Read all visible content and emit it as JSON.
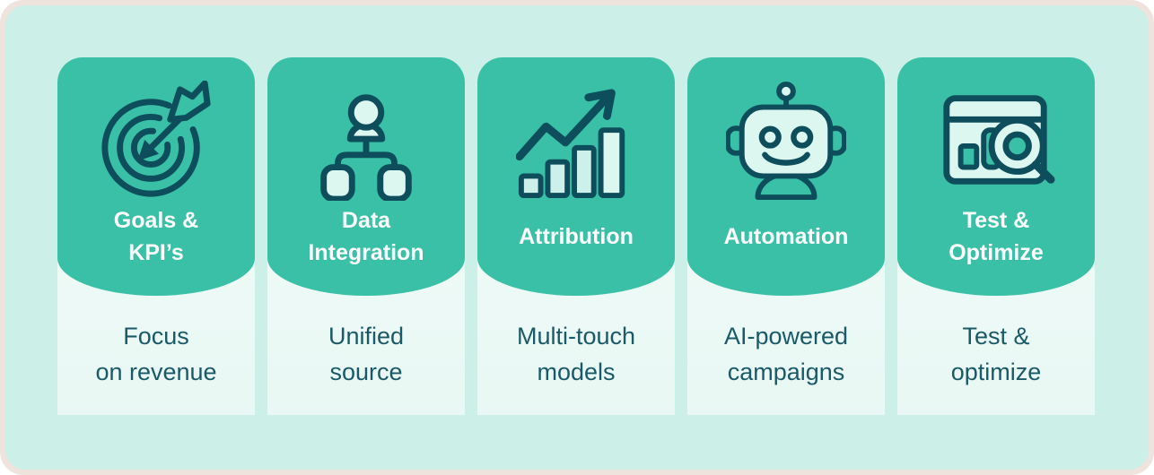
{
  "theme": {
    "frame_border": "#eee3dd",
    "panel_background": "#ccefe8",
    "card_header_teal": "#39c0a7",
    "card_body_light": "#eefaf7",
    "icon_stroke_dark": "#0e4d5b",
    "icon_fill_light": "#dcf6f0",
    "title_color": "#ffffff",
    "subtitle_color": "#1a5a68"
  },
  "cards": [
    {
      "id": "goals-kpis",
      "icon": "target-icon",
      "title": "Goals &\nKPI’s",
      "subtitle": "Focus\non revenue"
    },
    {
      "id": "data-integration",
      "icon": "hierarchy-icon",
      "title": "Data\nIntegration",
      "subtitle": "Unified\nsource"
    },
    {
      "id": "attribution",
      "icon": "growth-chart-icon",
      "title": "Attribution",
      "subtitle": "Multi-touch\nmodels"
    },
    {
      "id": "automation",
      "icon": "robot-icon",
      "title": "Automation",
      "subtitle": "AI-powered\ncampaigns"
    },
    {
      "id": "test-optimize",
      "icon": "magnifier-dashboard-icon",
      "title": "Test &\nOptimize",
      "subtitle": "Test &\noptimize"
    }
  ]
}
